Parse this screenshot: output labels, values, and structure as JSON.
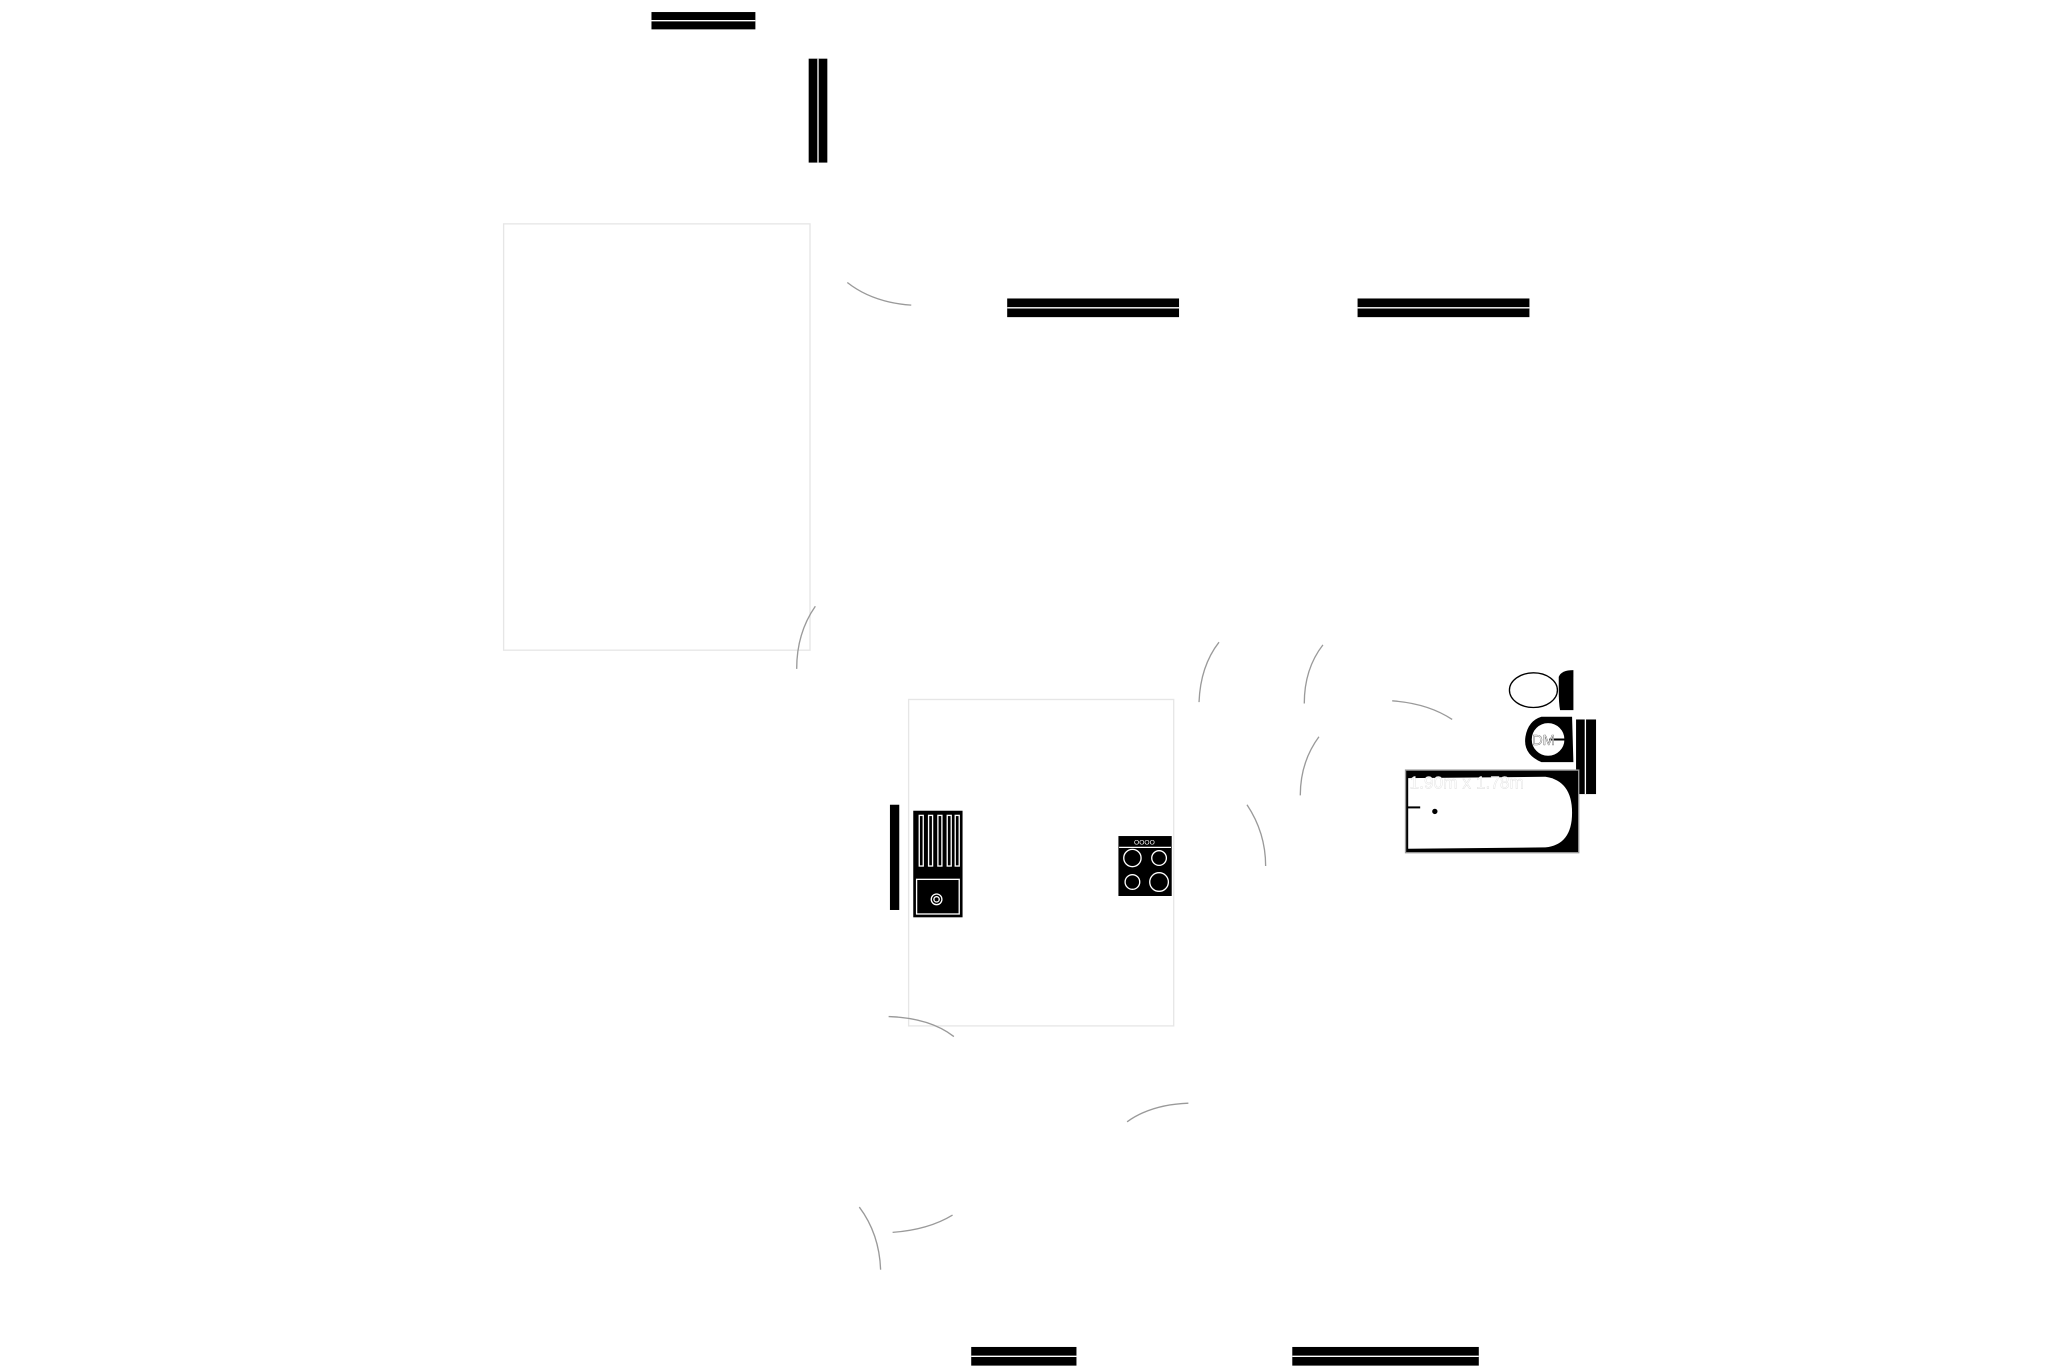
{
  "plan": {
    "bathroom_dimension": "1.90m x 1.78m",
    "bathroom_label_partial": "DM",
    "hob_controls": "OOOO"
  }
}
